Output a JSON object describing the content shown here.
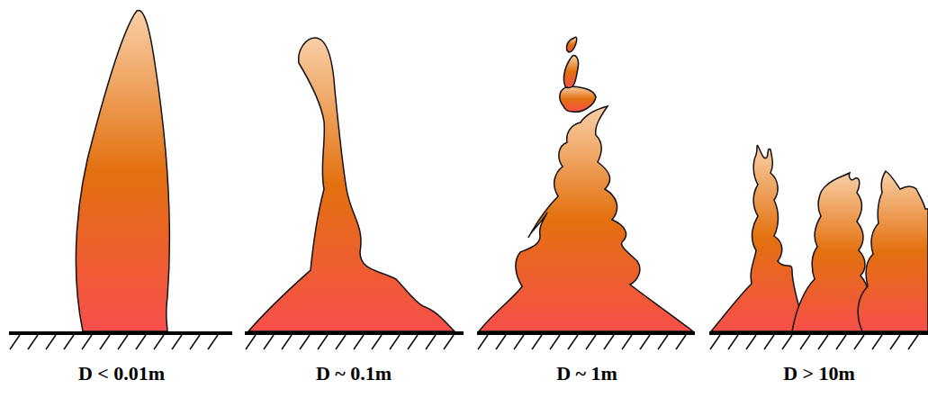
{
  "diagram": {
    "labels": [
      "D < 0.01m",
      "D ~ 0.1m",
      "D ~ 1m",
      "D > 10m"
    ]
  }
}
